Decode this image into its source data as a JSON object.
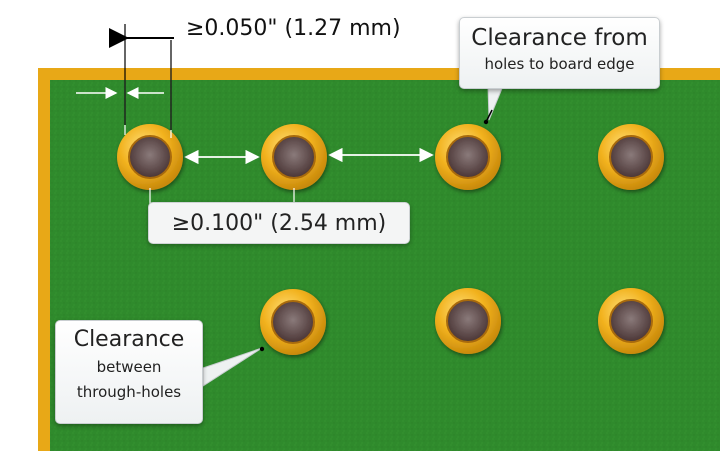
{
  "dimensions": {
    "hole_spacing": "≥0.100\" (2.54 mm)",
    "edge_spacing": "≥0.050\" (1.27 mm)"
  },
  "callouts": {
    "board_edge": {
      "line1": "Clearance from",
      "line2": "holes to board edge"
    },
    "through_holes": {
      "line1": "Clearance",
      "line2": "between",
      "line3": "through-holes"
    }
  },
  "colors": {
    "board_green": "#2f8a2c",
    "board_edge_copper": "#e8a817",
    "hole_ring_gold": "#f2b21e",
    "hole_drill": "#5b4545"
  }
}
